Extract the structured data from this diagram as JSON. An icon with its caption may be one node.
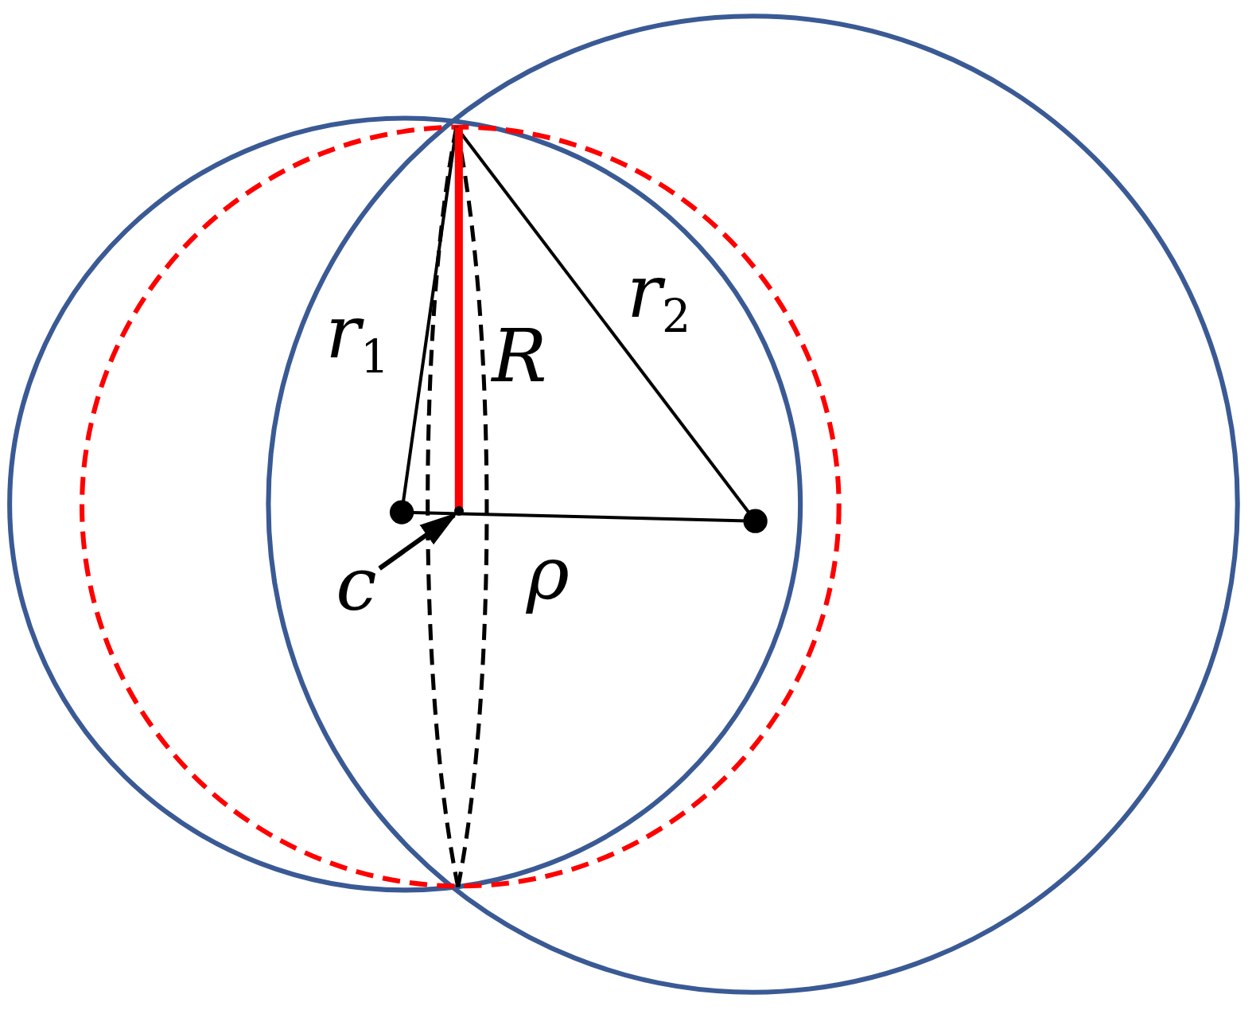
{
  "diagram": {
    "nodes": [
      {
        "text": [
          "c"
        ]
      },
      {
        "text": [],
        "shape": "circle"
      }
    ],
    "edges": [
      {
        "from": 0,
        "to": 1,
        "arrow": "to"
      }
    ],
    "labels": [
      "r$_{1}$",
      "R",
      "r$_{2}$",
      "ρ"
    ]
  }
}
